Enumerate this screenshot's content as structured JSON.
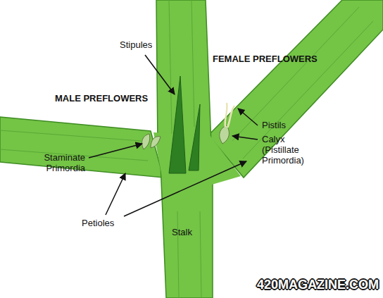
{
  "diagram": {
    "labels": [
      "Stipules",
      "FEMALE PREFLOWERS",
      "MALE PREFLOWERS",
      "Pistils",
      "Calyx (Pistillate Primordia)",
      "Staminate Primordia",
      "Petioles",
      "Stalk",
      "420MAGAZINE.COM"
    ]
  }
}
